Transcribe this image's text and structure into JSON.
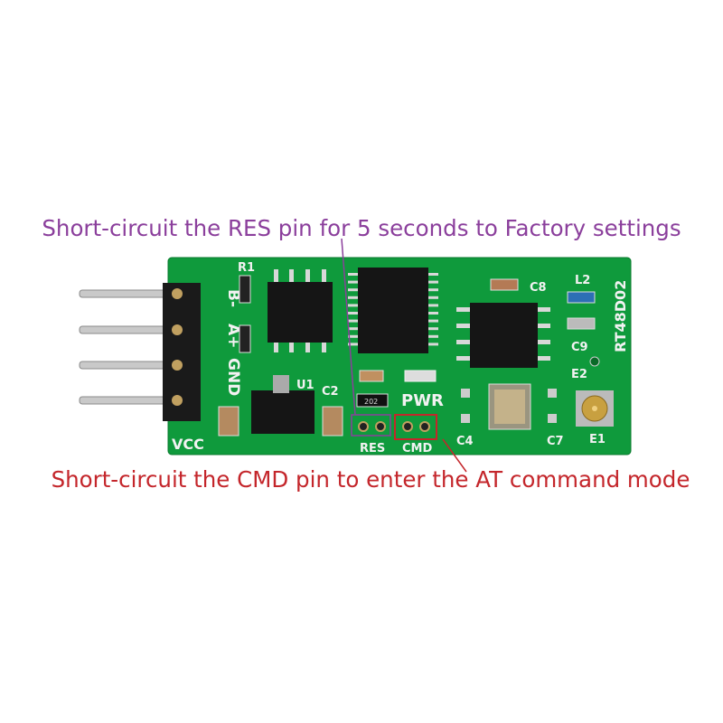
{
  "annotations": {
    "res_note": "Short-circuit the RES pin for 5 seconds to Factory settings",
    "cmd_note": "Short-circuit the CMD pin to enter the AT command mode",
    "res_color": "#8b3f9c",
    "cmd_color": "#c4262b"
  },
  "board": {
    "model": "RT48D02",
    "pcb_color": "#0f9a3c",
    "pins": [
      "B-",
      "A+",
      "GND",
      "VCC"
    ],
    "labels": {
      "r1": "R1",
      "u1": "U1",
      "c2": "C2",
      "c8": "C8",
      "l2": "L2",
      "c9": "C9",
      "e2": "E2",
      "e1": "E1",
      "c4": "C4",
      "c7": "C7",
      "pwr": "PWR",
      "res": "RES",
      "cmd": "CMD",
      "resistor_code": "202"
    }
  }
}
